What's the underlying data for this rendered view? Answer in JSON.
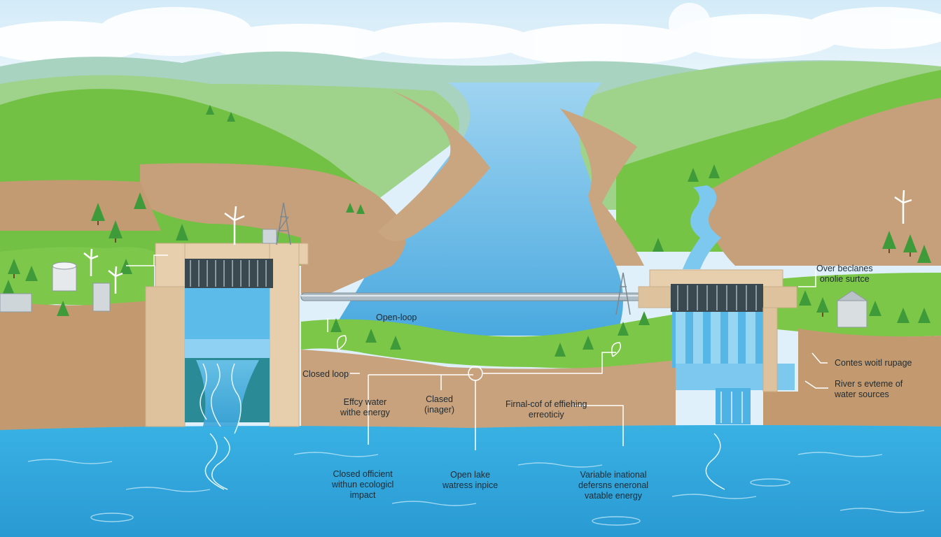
{
  "labels": {
    "open_loop": "Open-loop",
    "closed_loop": "Closed loop",
    "effcy_water": [
      "Effcy water",
      "withe energy"
    ],
    "closed_image": [
      "Clased",
      "(inager)"
    ],
    "firnal": [
      "Firnal-cof of effiehing",
      "erreoticiy"
    ],
    "over_beclanes": [
      "Over beclanes",
      "onolie surtce"
    ],
    "contes": "Contes woitl rupage",
    "river_sources": [
      "River s evteme of",
      "water sources"
    ],
    "closed_efficient": [
      "Closed officient",
      "withun ecologicl",
      "impact"
    ],
    "open_lake": [
      "Open lake",
      "watress inpice"
    ],
    "variable": [
      "Variable inational",
      "defersns eneronal",
      "vatable energy"
    ]
  },
  "colors": {
    "sky": "#e2f2fb",
    "grass": "#7cc747",
    "soil": "#c8a27c",
    "river": "#5fb6e6",
    "lake": "#2fa7dc",
    "dam": "#e7cfae"
  }
}
